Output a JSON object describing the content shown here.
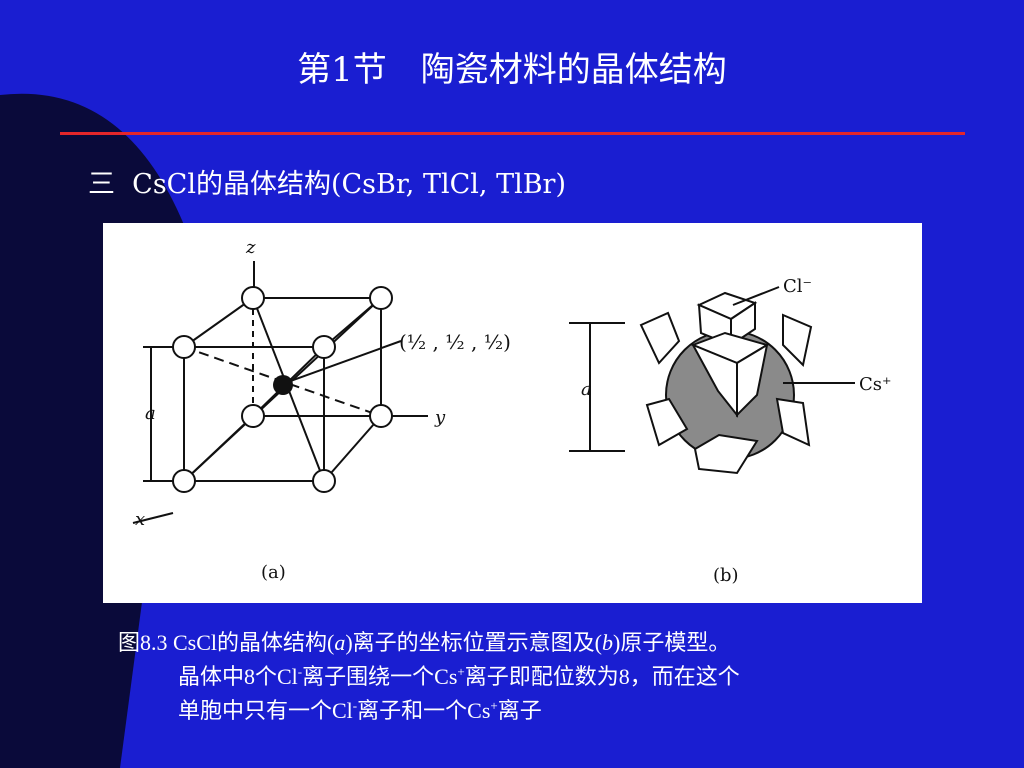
{
  "slide": {
    "title": "第1节　陶瓷材料的晶体结构",
    "subtitle": "三  CsCl的晶体结构(CsBr, TlCl, TlBr)",
    "colors": {
      "background": "#1a1ed1",
      "accent_rule": "#e4262a",
      "corner_shape": "#0a0a3a"
    }
  },
  "figure": {
    "a": {
      "axis_z": "z",
      "axis_y": "y",
      "axis_x": "x",
      "dim_a": "a",
      "coord_label": "(½ , ½ , ½)",
      "panel_label": "(a)"
    },
    "b": {
      "cl_label": "Cl⁻",
      "cs_label": "Cs⁺",
      "dim_a": "a",
      "panel_label": "(b)"
    }
  },
  "caption": {
    "l1_pre": "图8.3 CsCl的晶体结构(",
    "l1_a": "a",
    "l1_mid": ")离子的坐标位置示意图及(",
    "l1_b": "b",
    "l1_post": ")原子模型。",
    "l2_p1": "晶体中8个Cl",
    "l2_sup1": "-",
    "l2_p2": "离子围绕一个Cs",
    "l2_sup2": "+",
    "l2_p3": "离子即配位数为8，而在这个",
    "l3_p1": "单胞中只有一个Cl",
    "l3_sup1": "-",
    "l3_p2": "离子和一个Cs",
    "l3_sup2": "+",
    "l3_p3": "离子"
  }
}
